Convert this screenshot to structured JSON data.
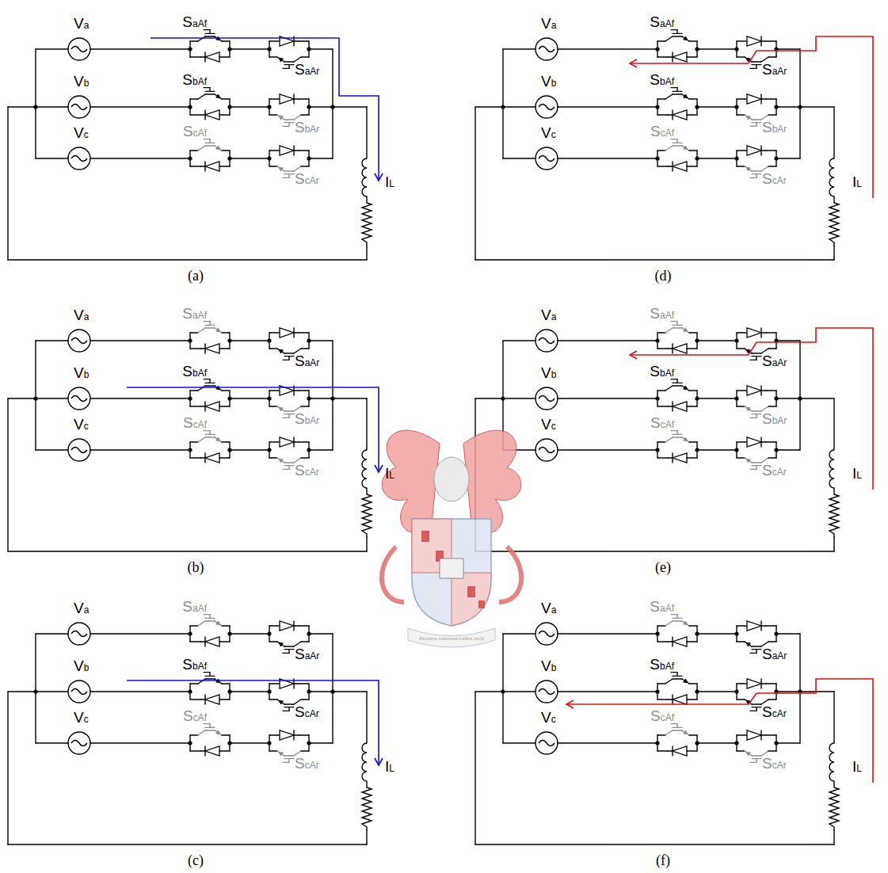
{
  "diagram": {
    "labels": [
      "Va",
      "Vb",
      "Vc",
      "SaAf",
      "SaAr",
      "SbAf",
      "SbAr",
      "ScAf",
      "ScAr",
      "IL",
      "(a)",
      "Va",
      "Vb",
      "Vc",
      "SaAf",
      "SaAr",
      "SbAf",
      "SbAr",
      "ScAf",
      "ScAr",
      "IL",
      "(b)",
      "Va",
      "Vb",
      "Vc",
      "SaAf",
      "SaAr",
      "SbAf",
      "ScAr",
      "ScAf",
      "ScAr",
      "IL",
      "(c)",
      "Va",
      "Vb",
      "Vc",
      "SaAf",
      "SaAr",
      "SbAf",
      "SbAr",
      "ScAf",
      "ScAr",
      "IL",
      "(d)",
      "Va",
      "Vb",
      "Vc",
      "SaAf",
      "SaAr",
      "SbAf",
      "SbAr",
      "ScAf",
      "ScAr",
      "IL",
      "(e)",
      "Va",
      "Vb",
      "Vc",
      "SaAf",
      "SaAr",
      "SbAf",
      "ScAr",
      "ScAf",
      "ScAr",
      "IL",
      "(f)",
      "Pectora roborant cultus recti"
    ]
  }
}
